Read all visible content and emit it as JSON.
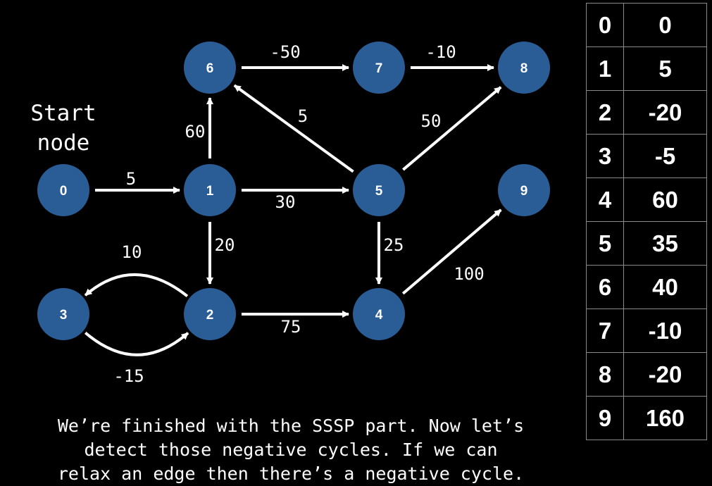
{
  "start_label": {
    "line1": "Start",
    "line2": "node"
  },
  "nodes": [
    {
      "id": "0",
      "label": "0"
    },
    {
      "id": "1",
      "label": "1"
    },
    {
      "id": "2",
      "label": "2"
    },
    {
      "id": "3",
      "label": "3"
    },
    {
      "id": "4",
      "label": "4"
    },
    {
      "id": "5",
      "label": "5"
    },
    {
      "id": "6",
      "label": "6"
    },
    {
      "id": "7",
      "label": "7"
    },
    {
      "id": "8",
      "label": "8"
    },
    {
      "id": "9",
      "label": "9"
    }
  ],
  "edges": [
    {
      "from": "0",
      "to": "1",
      "weight": "5"
    },
    {
      "from": "1",
      "to": "6",
      "weight": "60"
    },
    {
      "from": "1",
      "to": "5",
      "weight": "30"
    },
    {
      "from": "1",
      "to": "2",
      "weight": "20"
    },
    {
      "from": "6",
      "to": "7",
      "weight": "-50"
    },
    {
      "from": "7",
      "to": "8",
      "weight": "-10"
    },
    {
      "from": "5",
      "to": "6",
      "weight": "5"
    },
    {
      "from": "5",
      "to": "8",
      "weight": "50"
    },
    {
      "from": "5",
      "to": "4",
      "weight": "25"
    },
    {
      "from": "2",
      "to": "4",
      "weight": "75"
    },
    {
      "from": "4",
      "to": "9",
      "weight": "100"
    },
    {
      "from": "2",
      "to": "3",
      "weight": "10"
    },
    {
      "from": "3",
      "to": "2",
      "weight": "-15"
    }
  ],
  "distance_table": [
    {
      "node": "0",
      "value": "0"
    },
    {
      "node": "1",
      "value": "5"
    },
    {
      "node": "2",
      "value": "-20"
    },
    {
      "node": "3",
      "value": "-5"
    },
    {
      "node": "4",
      "value": "60"
    },
    {
      "node": "5",
      "value": "35"
    },
    {
      "node": "6",
      "value": "40"
    },
    {
      "node": "7",
      "value": "-10"
    },
    {
      "node": "8",
      "value": "-20"
    },
    {
      "node": "9",
      "value": "160"
    }
  ],
  "caption": {
    "line1": "We’re finished with the SSSP part. Now let’s",
    "line2": "detect those negative cycles. If we can",
    "line3": "relax an edge then there’s a negative cycle."
  },
  "colors": {
    "background": "#000000",
    "node_fill": "#2a5d96",
    "edge": "#ffffff",
    "text": "#ffffff",
    "table_border": "#8a8a8a"
  }
}
